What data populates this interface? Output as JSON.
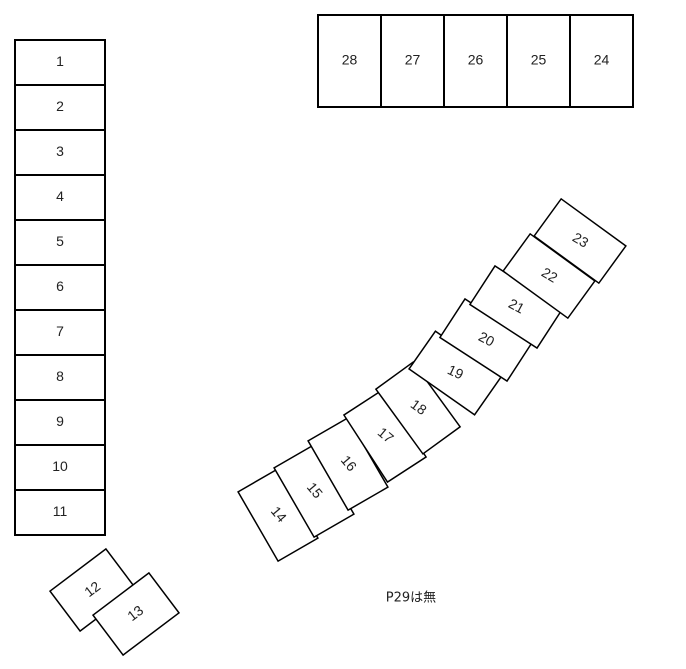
{
  "left_column": {
    "labels": [
      "1",
      "2",
      "3",
      "4",
      "5",
      "6",
      "7",
      "8",
      "9",
      "10",
      "11"
    ]
  },
  "top_row": {
    "labels": [
      "28",
      "27",
      "26",
      "25",
      "24"
    ]
  },
  "bottom_left_pair": {
    "labels": [
      "12",
      "13"
    ]
  },
  "curved_row": {
    "labels": [
      "14",
      "15",
      "16",
      "17",
      "18",
      "19",
      "20",
      "21",
      "22",
      "23"
    ]
  },
  "note": "P29は無"
}
